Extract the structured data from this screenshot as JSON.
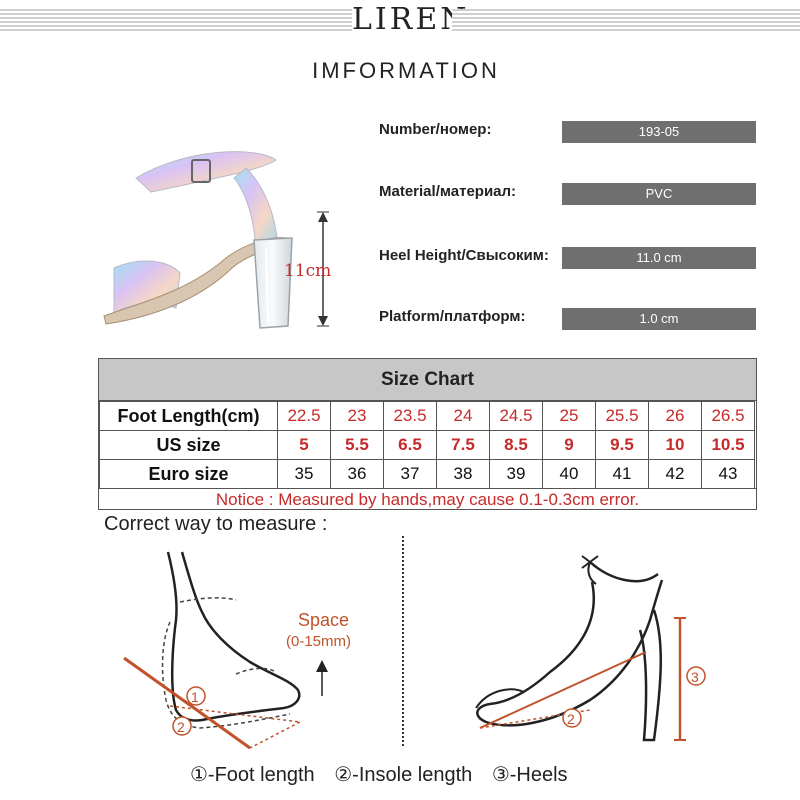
{
  "header": {
    "logo": "LIREN",
    "title": "IMFORMATION"
  },
  "product": {
    "heel_dimension_label": "11cm"
  },
  "info": [
    {
      "label": "Number/номер:",
      "value": "193-05"
    },
    {
      "label": "Material/материал:",
      "value": "PVC"
    },
    {
      "label": "Heel Height/Свысоким:",
      "value": "11.0 cm"
    },
    {
      "label": "Platform/платформ:",
      "value": "1.0 cm"
    }
  ],
  "size_chart": {
    "title": "Size Chart",
    "rows": [
      {
        "label": "Foot Length(cm)",
        "values": [
          "22.5",
          "23",
          "23.5",
          "24",
          "24.5",
          "25",
          "25.5",
          "26",
          "26.5"
        ]
      },
      {
        "label": "US size",
        "values": [
          "5",
          "5.5",
          "6.5",
          "7.5",
          "8.5",
          "9",
          "9.5",
          "10",
          "10.5"
        ]
      },
      {
        "label": "Euro size",
        "values": [
          "35",
          "36",
          "37",
          "38",
          "39",
          "40",
          "41",
          "42",
          "43"
        ]
      }
    ],
    "notice": "Notice : Measured by hands,may cause 0.1-0.3cm error."
  },
  "measure": {
    "heading": "Correct way to measure :",
    "space_label": "Space",
    "space_range": "(0-15mm)",
    "markers": [
      "1",
      "2",
      "3"
    ],
    "legend": [
      "①-Foot length",
      "②-Insole length",
      "③-Heels"
    ]
  },
  "colors": {
    "accent_red": "#c62a2a",
    "measure_orange": "#c0532b",
    "value_box": "#6f6f6f",
    "chart_header": "#c7c7c7"
  }
}
